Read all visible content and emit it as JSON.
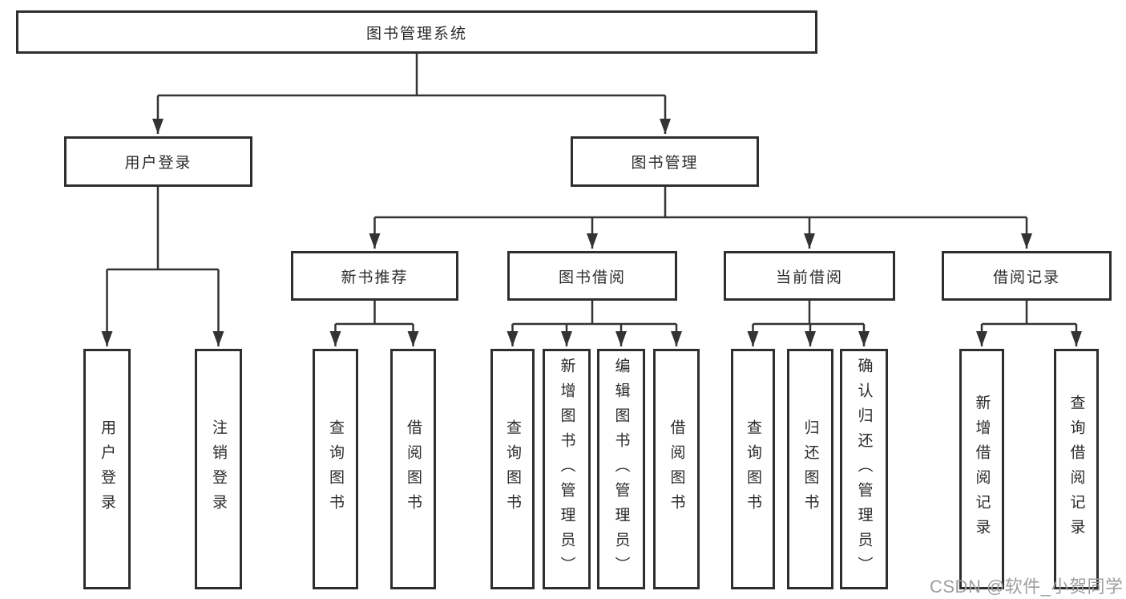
{
  "tree": {
    "root": {
      "label": "图书管理系统",
      "children": [
        {
          "label": "用户登录",
          "children": [
            {
              "label": "用户登录"
            },
            {
              "label": "注销登录"
            }
          ]
        },
        {
          "label": "图书管理",
          "children": [
            {
              "label": "新书推荐",
              "children": [
                {
                  "label": "查询图书"
                },
                {
                  "label": "借阅图书"
                }
              ]
            },
            {
              "label": "图书借阅",
              "children": [
                {
                  "label": "查询图书"
                },
                {
                  "label": "新增图书（管理员）"
                },
                {
                  "label": "编辑图书（管理员）"
                },
                {
                  "label": "借阅图书"
                }
              ]
            },
            {
              "label": "当前借阅",
              "children": [
                {
                  "label": "查询图书"
                },
                {
                  "label": "归还图书"
                },
                {
                  "label": "确认归还（管理员）"
                }
              ]
            },
            {
              "label": "借阅记录",
              "children": [
                {
                  "label": "新增借阅记录"
                },
                {
                  "label": "查询借阅记录"
                }
              ]
            }
          ]
        }
      ]
    }
  },
  "watermark": {
    "text": "CSDN @软件_小贺同学"
  },
  "colors": {
    "line": "#333333",
    "box_border": "#2e2e2e",
    "text": "#2b2b2b",
    "watermark": "#9e9e9e",
    "background": "#ffffff"
  }
}
